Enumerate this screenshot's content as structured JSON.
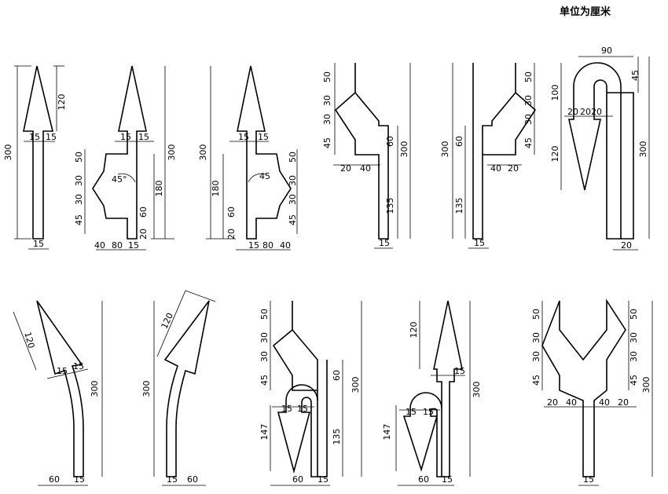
{
  "unit_note": "单位为厘米",
  "figures": [
    {
      "name": "straight-arrow",
      "dims": [
        "120",
        "300",
        "15",
        "15",
        "15"
      ]
    },
    {
      "name": "straight-or-left-turn-arrow",
      "dims": [
        "50",
        "30",
        "30",
        "45",
        "45°",
        "15",
        "15",
        "300",
        "180",
        "60",
        "20",
        "40",
        "80",
        "15"
      ]
    },
    {
      "name": "straight-or-right-turn-arrow",
      "dims": [
        "300",
        "180",
        "60",
        "20",
        "15",
        "15",
        "45",
        "50",
        "30",
        "30",
        "45",
        "15",
        "80",
        "40"
      ]
    },
    {
      "name": "left-turn-arrow",
      "dims": [
        "50",
        "30",
        "30",
        "45",
        "20",
        "40",
        "60",
        "300",
        "135",
        "15"
      ]
    },
    {
      "name": "right-turn-arrow",
      "dims": [
        "300",
        "60",
        "135",
        "50",
        "30",
        "30",
        "45",
        "40",
        "20",
        "15"
      ]
    },
    {
      "name": "u-turn-arrow",
      "dims": [
        "90",
        "45",
        "100",
        "20",
        "20",
        "20",
        "120",
        "300",
        "20"
      ]
    },
    {
      "name": "left-curve-arrow",
      "dims": [
        "120",
        "15",
        "15",
        "300",
        "60",
        "15"
      ]
    },
    {
      "name": "right-curve-arrow",
      "dims": [
        "120",
        "300",
        "15",
        "60"
      ]
    },
    {
      "name": "left-turn-and-u-turn-arrow",
      "dims": [
        "50",
        "30",
        "30",
        "45",
        "60",
        "300",
        "15",
        "15",
        "147",
        "135",
        "60",
        "15"
      ]
    },
    {
      "name": "straight-and-u-turn-arrow",
      "dims": [
        "120",
        "15",
        "300",
        "15",
        "15",
        "147",
        "60",
        "15"
      ]
    },
    {
      "name": "left-and-right-turn-arrow",
      "dims": [
        "50",
        "30",
        "30",
        "45",
        "50",
        "30",
        "30",
        "45",
        "300",
        "20",
        "40",
        "40",
        "20",
        "15"
      ]
    }
  ]
}
